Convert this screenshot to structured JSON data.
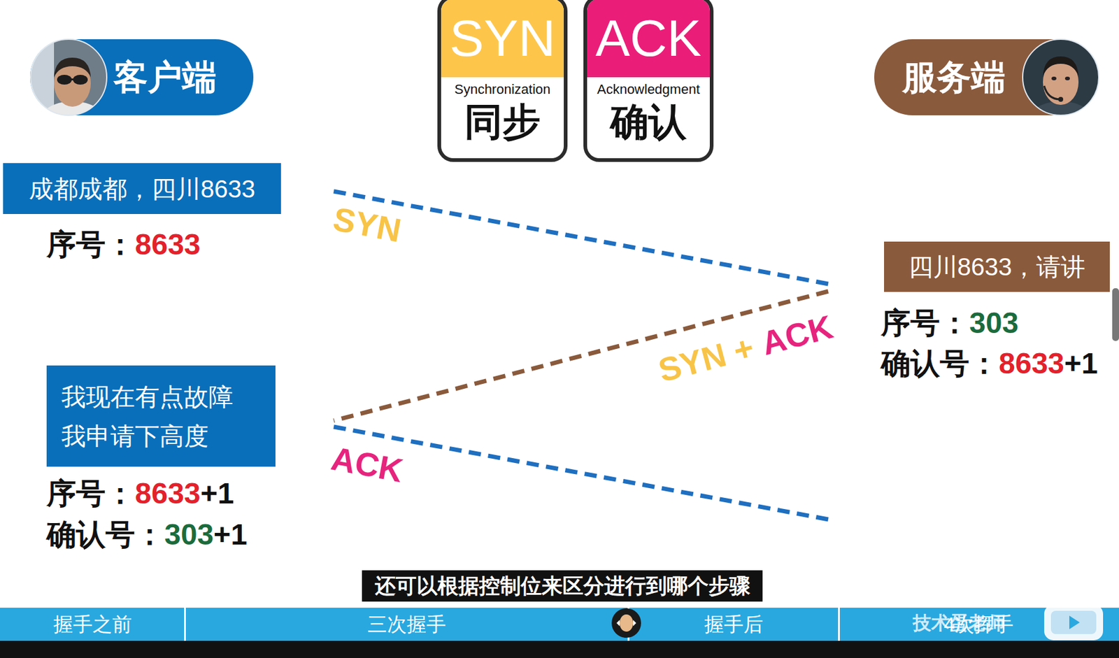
{
  "diagram": {
    "nodes": [
      {
        "text": [
          "SYN",
          "Synchronization",
          "同步"
        ]
      },
      {
        "text": [
          "ACK",
          "Acknowledgment",
          "确认"
        ]
      },
      {
        "text": [
          "客户端"
        ]
      },
      {
        "text": [
          "服务端"
        ]
      },
      {
        "text": [
          "成都成都，四川8633"
        ]
      },
      {
        "text": [
          "四川8633，请讲"
        ]
      },
      {
        "text": [
          "我现在有点故障 我申请下高度"
        ]
      },
      {
        "text": [
          "还可以根据控制位来区分进行到哪个步骤"
        ]
      },
      {
        "text": [
          "握手之前"
        ]
      },
      {
        "text": [
          "三次握手"
        ]
      },
      {
        "text": [
          "握手后"
        ]
      },
      {
        "text": [
          "4次挥手"
        ]
      }
    ],
    "labels": [
      "序号：",
      "8633",
      "序号：",
      "303",
      "确认号：",
      "8633",
      "+1",
      "SYN",
      "SYN +",
      "ACK",
      "ACK",
      "序号：",
      "8633",
      "+1",
      "确认号：",
      "303",
      "+1",
      "技术蛋老师"
    ]
  }
}
